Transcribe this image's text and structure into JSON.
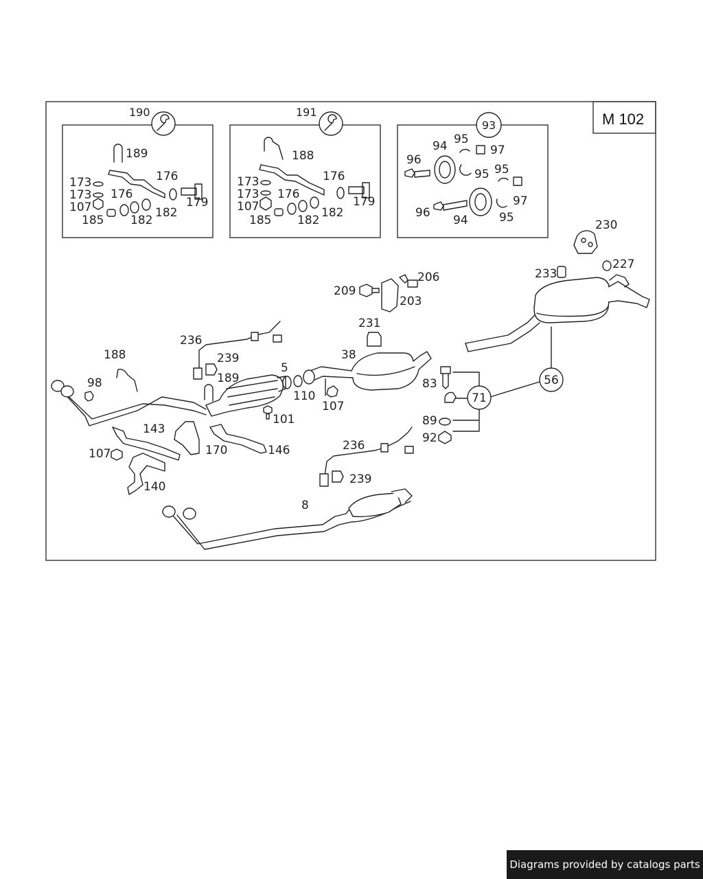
{
  "engine_code": "M 102",
  "footer_text": "Diagrams provided by catalogs parts",
  "kits": {
    "k190": {
      "ref": "190",
      "parts": [
        "189",
        "173",
        "173",
        "176",
        "176",
        "107",
        "185",
        "182",
        "182",
        "179"
      ]
    },
    "k191": {
      "ref": "191",
      "parts": [
        "188",
        "173",
        "173",
        "176",
        "176",
        "107",
        "185",
        "182",
        "182",
        "179"
      ]
    },
    "k93": {
      "ref": "93",
      "parts": [
        "96",
        "94",
        "95",
        "97",
        "95",
        "95",
        "96",
        "94",
        "97",
        "95"
      ]
    }
  },
  "callouts": {
    "c71": "71",
    "c56": "56"
  },
  "labels": {
    "l230": "230",
    "l227": "227",
    "l233": "233",
    "l209": "209",
    "l206": "206",
    "l203": "203",
    "l231": "231",
    "l236a": "236",
    "l239a": "239",
    "l189": "189",
    "l188": "188",
    "l98": "98",
    "l5": "5",
    "l38": "38",
    "l110": "110",
    "l107a": "107",
    "l101": "101",
    "l83": "83",
    "l89": "89",
    "l92": "92",
    "l143": "143",
    "l107b": "107",
    "l170": "170",
    "l146": "146",
    "l140": "140",
    "l236b": "236",
    "l239b": "239",
    "l8": "8"
  }
}
